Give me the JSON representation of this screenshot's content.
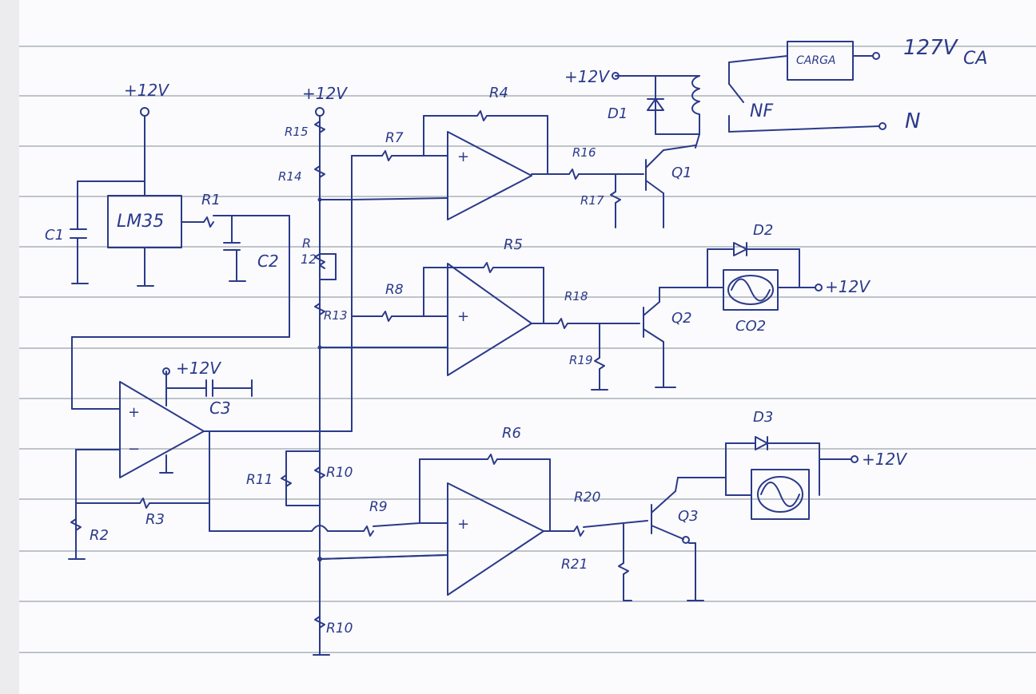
{
  "colors": {
    "paper": "#fbfbfd",
    "rule": "#9aa3ad",
    "ink": "#2b3a8a",
    "margin": "#ececef"
  },
  "labels": {
    "vcc_lm35": "+12V",
    "vcc_divider": "+12V",
    "vcc_relay": "+12V",
    "vcc_opamp": "+12V",
    "vcc_fan2": "+12V",
    "vcc_fan3": "+12V",
    "lm35": "LM35",
    "c1": "C1",
    "c2": "C2",
    "c3": "C3",
    "r1": "R1",
    "r2": "R2",
    "r3": "R3",
    "r4": "R4",
    "r5": "R5",
    "r6": "R6",
    "r7": "R7",
    "r8": "R8",
    "r9": "R9",
    "r10a": "R10",
    "r10b": "R10",
    "r11": "R11",
    "r12a": "R",
    "r12b": "12",
    "r13": "R13",
    "r14": "R14",
    "r15": "R15",
    "r16": "R16",
    "r17": "R17",
    "r18": "R18",
    "r19": "R19",
    "r20": "R20",
    "r21": "R21",
    "q1": "Q1",
    "q2": "Q2",
    "q3": "Q3",
    "d1": "D1",
    "d2": "D2",
    "d3": "D3",
    "co2": "CO2",
    "carga": "CARGA",
    "nf": "NF",
    "n": "N",
    "mains_v": "127V",
    "mains_ca": "CA",
    "plus": "+",
    "minus": "−"
  }
}
